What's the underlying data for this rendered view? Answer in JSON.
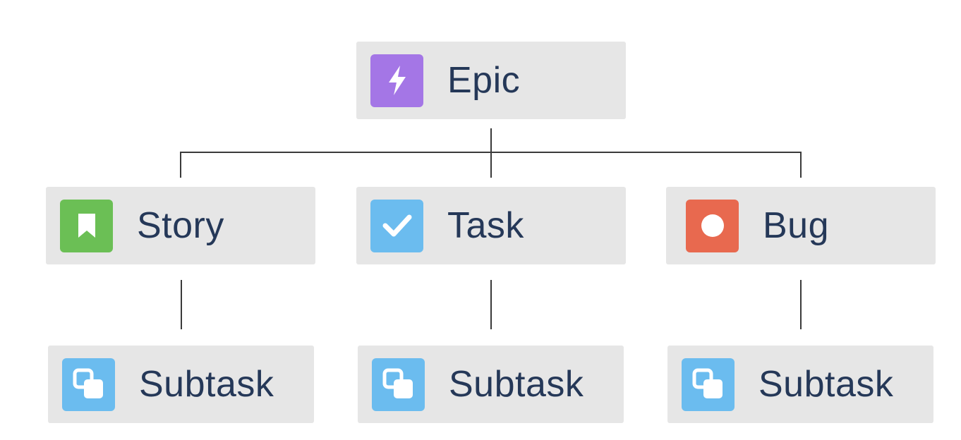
{
  "colors": {
    "epic": "#a476e6",
    "story": "#6bbf55",
    "task": "#6bbcef",
    "bug": "#e8694f",
    "subtask": "#6bbcef",
    "node_bg": "#e6e6e6",
    "text": "#253858"
  },
  "nodes": {
    "epic": {
      "label": "Epic",
      "icon": "lightning-icon"
    },
    "story": {
      "label": "Story",
      "icon": "bookmark-icon"
    },
    "task": {
      "label": "Task",
      "icon": "checkmark-icon"
    },
    "bug": {
      "label": "Bug",
      "icon": "circle-icon"
    },
    "subtask_story": {
      "label": "Subtask",
      "icon": "subtask-icon"
    },
    "subtask_task": {
      "label": "Subtask",
      "icon": "subtask-icon"
    },
    "subtask_bug": {
      "label": "Subtask",
      "icon": "subtask-icon"
    }
  }
}
